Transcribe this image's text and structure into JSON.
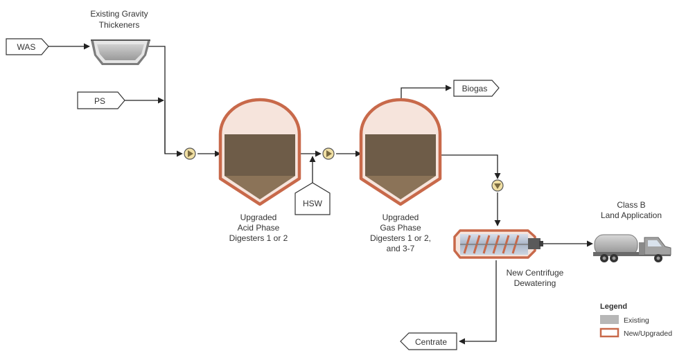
{
  "colors": {
    "new_upgraded_outline": "#c8694a",
    "digester_content": "#6e5c48",
    "cone_content": "#8b7358",
    "existing_gray": "#b7b7b7",
    "pump_fill": "#f0dfa4",
    "line": "#222222"
  },
  "inputs": {
    "was": "WAS",
    "ps": "PS",
    "hsw": "HSW"
  },
  "outputs": {
    "biogas": "Biogas",
    "centrate": "Centrate"
  },
  "thickeners": {
    "line1": "Existing Gravity",
    "line2": "Thickeners"
  },
  "acid_digesters": {
    "line1": "Upgraded",
    "line2": "Acid Phase",
    "line3": "Digesters 1 or 2"
  },
  "gas_digesters": {
    "line1": "Upgraded",
    "line2": "Gas Phase",
    "line3": "Digesters 1 or 2,",
    "line4": "and 3-7"
  },
  "centrifuge": {
    "line1": "New Centrifuge",
    "line2": "Dewatering"
  },
  "land_application": {
    "line1": "Class B",
    "line2": "Land Application"
  },
  "legend": {
    "title": "Legend",
    "existing": "Existing",
    "new_upgraded": "New/Upgraded"
  },
  "icons": [
    "pump-icon",
    "truck-icon",
    "centrifuge-icon",
    "digester-icon",
    "thickener-icon",
    "arrow-icon"
  ]
}
